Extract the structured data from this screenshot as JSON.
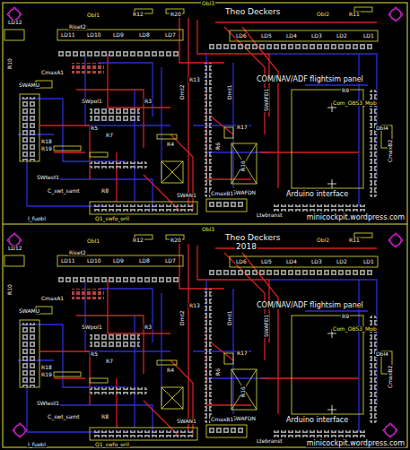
{
  "diagram": {
    "labels": [
      "LD12",
      "Riset2",
      "Obl1",
      "R12",
      "R20",
      "Obl3",
      "Theo Deckers",
      "Obl2",
      "R11",
      "LD11",
      "LD10",
      "LD9",
      "LD8",
      "LD7",
      "LD6",
      "LD5",
      "LD4",
      "LD3",
      "LD2",
      "LD1",
      "R10",
      "CmaxA1",
      "SWAMU",
      "COM/NAV/ADF flightsim panel",
      "R9",
      "SWpol1",
      "R5",
      "R3",
      "R13",
      "Dmt2",
      "Dmt1",
      "R18",
      "R19",
      "R7",
      "R17",
      "R4",
      "R6",
      "R16",
      "SWAFD1",
      "SWAFDN",
      "Arduino interface",
      "SWtest1",
      "C_swt_samt",
      "R8",
      "SWAN1",
      "CmaxB1",
      "I_fuobl",
      "Q1_swfo_oril",
      "Ltebranst",
      "minicockpit.wordpress.com",
      "Dbl4",
      "CmaxB2",
      "Com_OBS3_Mob",
      "LD12",
      "Riset2",
      "Obl1",
      "R12",
      "R20",
      "Obl3",
      "Theo Deckers",
      "Obl2",
      "R11",
      "LD11",
      "LD10",
      "LD9",
      "LD8",
      "LD7",
      "LD6",
      "LD5",
      "LD4",
      "LD3",
      "LD2",
      "LD1",
      "R10",
      "CmaxA1",
      "SWAMU",
      "COM/NAV/ADF flightsim panel",
      "R9",
      "SWpol1",
      "R5",
      "R3",
      "R13",
      "Dmt2",
      "Dmt1",
      "R18",
      "R19",
      "R7",
      "R17",
      "R4",
      "R6",
      "R16",
      "SWAFD1",
      "SWAFDN",
      "Arduino interface",
      "SWtest1",
      "C_swt_samt",
      "R8",
      "SWAN1",
      "CmaxB1",
      "I_fuobl",
      "Q1_swfo_oril",
      "Ltebranst",
      "minicockpit.wordpress.com",
      "Dbl4",
      "CmaxB2",
      "Com_OBS3_Mob",
      "2018"
    ]
  }
}
